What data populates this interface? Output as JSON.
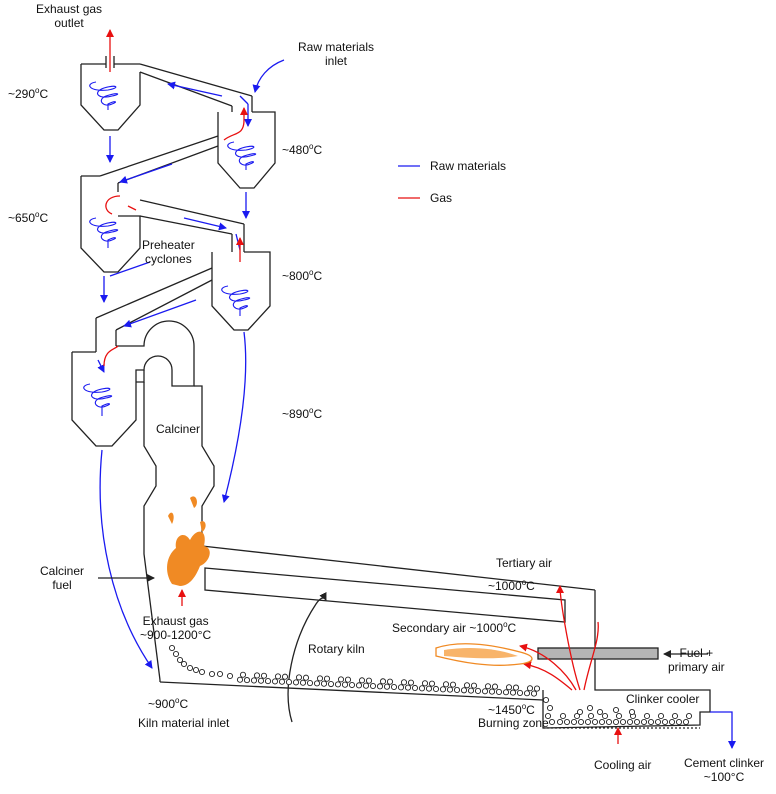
{
  "colors": {
    "raw": "#1a1af0",
    "gas": "#e81010",
    "flame": "#f08a24",
    "outline": "#222222",
    "fuel_tube": "#b5b5b5"
  },
  "legend": {
    "raw_materials": "Raw materials",
    "gas": "Gas"
  },
  "labels": {
    "exhaust_outlet_1": "Exhaust gas",
    "exhaust_outlet_2": "outlet",
    "raw_inlet_1": "Raw materials",
    "raw_inlet_2": "inlet",
    "preheater_1": "Preheater",
    "preheater_2": "cyclones",
    "calciner": "Calciner",
    "calciner_fuel_1": "Calciner",
    "calciner_fuel_2": "fuel",
    "exhaust_gas": "Exhaust gas",
    "exhaust_gas_temp": "~900-1200°C",
    "tertiary_air": "Tertiary air",
    "secondary_air_text": "Secondary air ~1000",
    "rotary_kiln": "Rotary kiln",
    "fuel_primary_1": "Fuel +",
    "fuel_primary_2": "primary air",
    "clinker_cooler": "Clinker cooler",
    "burning_zone": "Burning zone",
    "kiln_inlet": "Kiln material inlet",
    "cooling_air": "Cooling air",
    "cement_clinker_1": "Cement clinker",
    "cement_clinker_2": "~100°C"
  },
  "temps": {
    "t290": "~290",
    "t480": "~480",
    "t650": "~650",
    "t800": "~800",
    "t890": "~890",
    "t1000_tertiary": "~1000",
    "t900": "~900",
    "t1450": "~1450",
    "deg": "o",
    "unit": "C"
  }
}
